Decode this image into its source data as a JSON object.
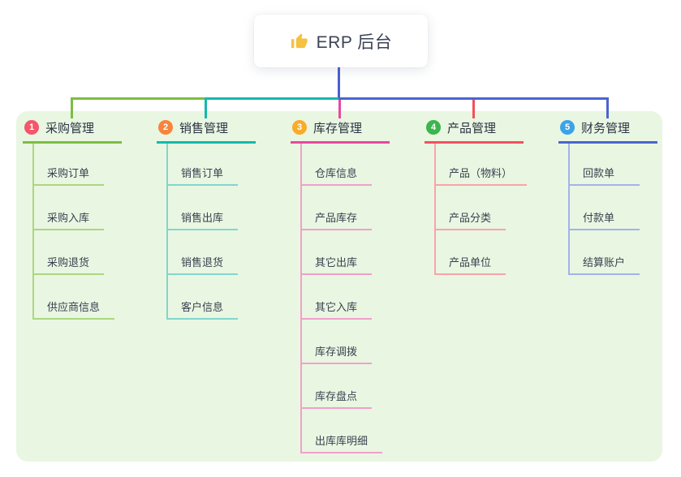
{
  "root": {
    "title": "ERP 后台",
    "icon": "thumbs-up-icon",
    "icon_color": "#f6c040"
  },
  "colors": {
    "canvas_bg": "#ffffff",
    "panel_bg": "#e9f6e2",
    "trunk_line": "#4b5fd1",
    "card_bg": "#ffffff",
    "title_text": "#3b4355",
    "branch_title_text": "#2c3444",
    "item_text": "#3a4150"
  },
  "branches": [
    {
      "number": "1",
      "title": "采购管理",
      "badge_color": "#f4566a",
      "line_color": "#7cbe41",
      "sub_line_color": "#abd77f",
      "items": [
        "采购订单",
        "采购入库",
        "采购退货",
        "供应商信息"
      ]
    },
    {
      "number": "2",
      "title": "销售管理",
      "badge_color": "#f8843c",
      "line_color": "#14b9ac",
      "sub_line_color": "#82d6cd",
      "items": [
        "销售订单",
        "销售出库",
        "销售退货",
        "客户信息"
      ]
    },
    {
      "number": "3",
      "title": "库存管理",
      "badge_color": "#f9ab2a",
      "line_color": "#e8489e",
      "sub_line_color": "#f29fca",
      "items": [
        "仓库信息",
        "产品库存",
        "其它出库",
        "其它入库",
        "库存调拨",
        "库存盘点",
        "出库库明细"
      ]
    },
    {
      "number": "4",
      "title": "产品管理",
      "badge_color": "#3bb54d",
      "line_color": "#f4505e",
      "sub_line_color": "#f9a3aa",
      "items": [
        "产品（物料）",
        "产品分类",
        "产品单位"
      ]
    },
    {
      "number": "5",
      "title": "财务管理",
      "badge_color": "#3ba3e8",
      "line_color": "#4b64d1",
      "sub_line_color": "#a3b3ea",
      "items": [
        "回款单",
        "付款单",
        "结算账户"
      ]
    }
  ]
}
